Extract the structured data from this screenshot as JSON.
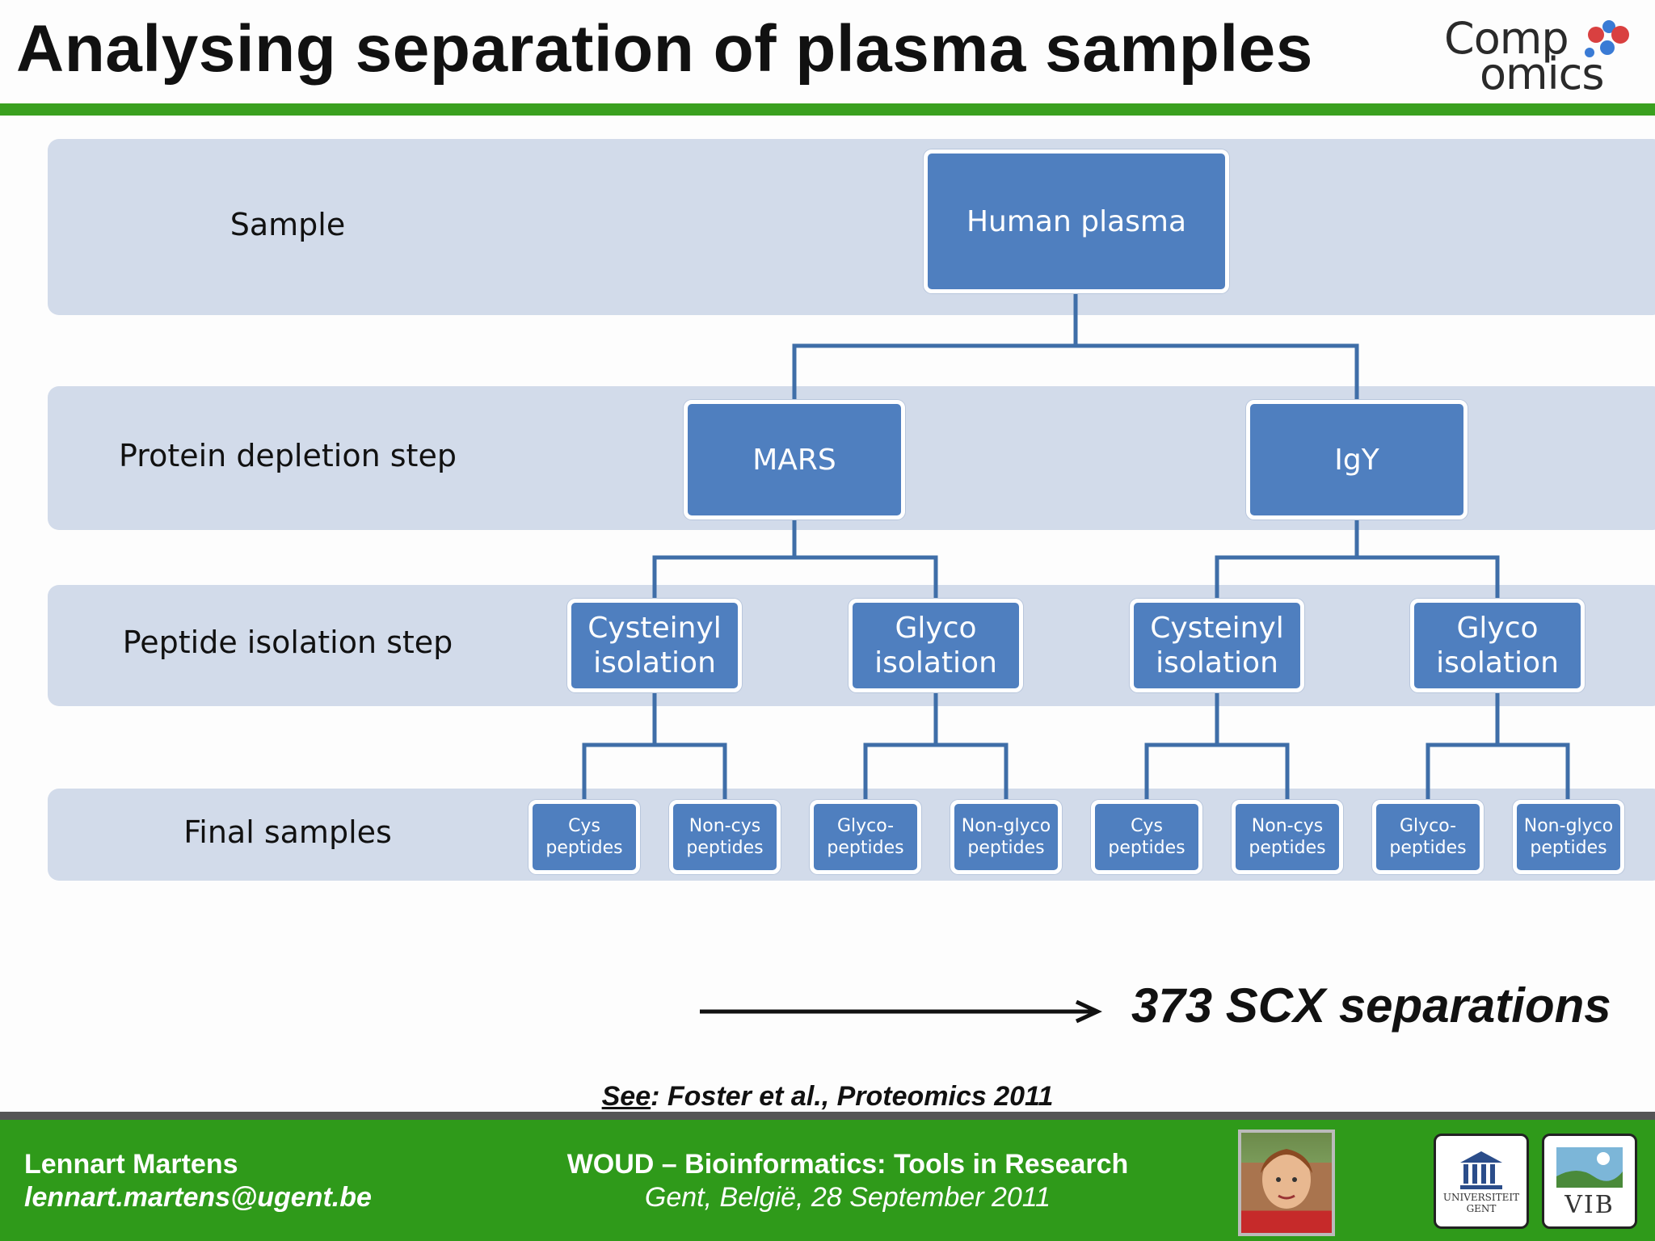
{
  "header": {
    "title": "Analysing separation of plasma samples",
    "logo": {
      "line1": "Comp",
      "line2": "omics",
      "icon": "molecule-dots-icon"
    }
  },
  "diagram": {
    "bands": [
      {
        "label": "Sample"
      },
      {
        "label": "Protein depletion step"
      },
      {
        "label": "Peptide isolation step"
      },
      {
        "label": "Final samples"
      }
    ],
    "root": "Human plasma",
    "depletion": [
      "MARS",
      "IgY"
    ],
    "isolation": [
      "Cysteinyl\nisolation",
      "Glyco\nisolation",
      "Cysteinyl\nisolation",
      "Glyco\nisolation"
    ],
    "final": [
      "Cys\npeptides",
      "Non-cys\npeptides",
      "Glyco-\npeptides",
      "Non-glyco\npeptides",
      "Cys\npeptides",
      "Non-cys\npeptides",
      "Glyco-\npeptides",
      "Non-glyco\npeptides"
    ],
    "colors": {
      "node": "#4f7fbf",
      "band": "#d2dbea",
      "connector": "#3f6ea8"
    }
  },
  "result": {
    "text": "373 SCX separations",
    "arrow_icon": "right-arrow-icon"
  },
  "reference": {
    "see": "See",
    "text": ": Foster et al., Proteomics 2011"
  },
  "footer": {
    "author": "Lennart Martens",
    "email": "lennart.martens@ugent.be",
    "event": "WOUD – Bioinformatics: Tools in Research",
    "place": "Gent, België, 28 September 2011",
    "logos": {
      "ugent": "UNIVERSITEIT GENT",
      "vib": "VIB"
    },
    "color": "#2f9a1a"
  }
}
